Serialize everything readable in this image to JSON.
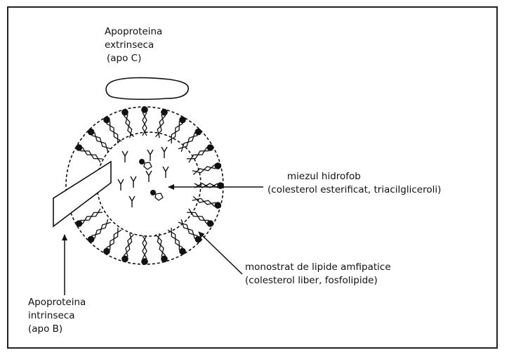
{
  "labels": {
    "extrinsic": {
      "line1": "Apoproteina",
      "line2": "extrinseca",
      "line3": "(apo C)"
    },
    "core": {
      "line1": "miezul hidrofob",
      "line2": "(colesterol esterificat, triacilgliceroli)"
    },
    "monolayer": {
      "line1": "monostrat de lipide amfipatice",
      "line2": "(colesterol liber, fosfolipide)"
    },
    "intrinsic": {
      "line1": "Apoproteina",
      "line2": "intrinseca",
      "line3": "(apo B)"
    }
  },
  "colors": {
    "ink": "#111111",
    "background": "#ffffff"
  }
}
